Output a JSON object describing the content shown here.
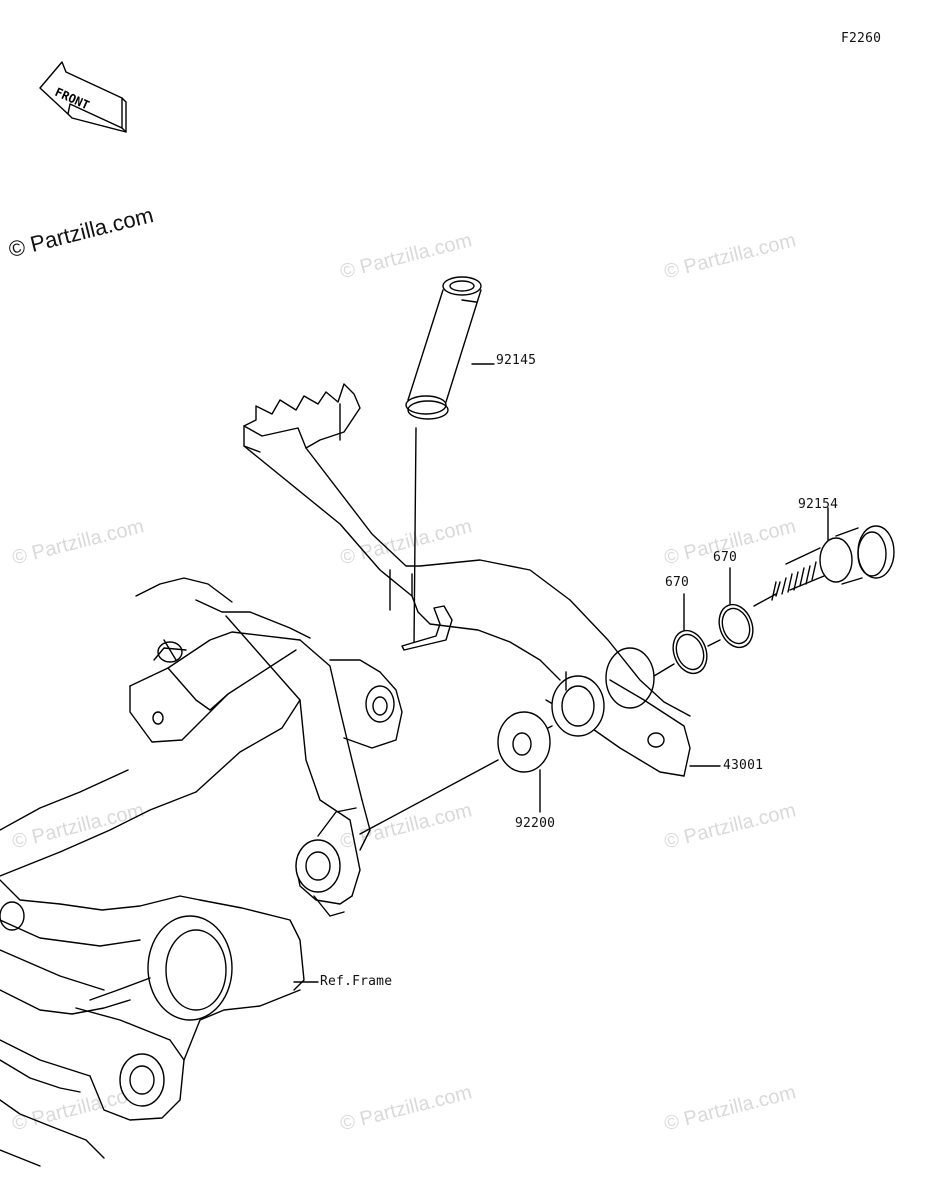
{
  "figure_code": "F2260",
  "copyright": "© Partzilla.com",
  "watermark_text": "© Partzilla.com",
  "front_indicator": "FRONT",
  "callouts": {
    "spring": "92145",
    "pivot_bolt": "92154",
    "oring_left": "670",
    "oring_right": "670",
    "brake_pedal": "43001",
    "washer": "92200",
    "frame_ref": "Ref.Frame"
  },
  "colors": {
    "line": "#000000",
    "watermark": "#d9d9d9",
    "background": "#ffffff"
  }
}
